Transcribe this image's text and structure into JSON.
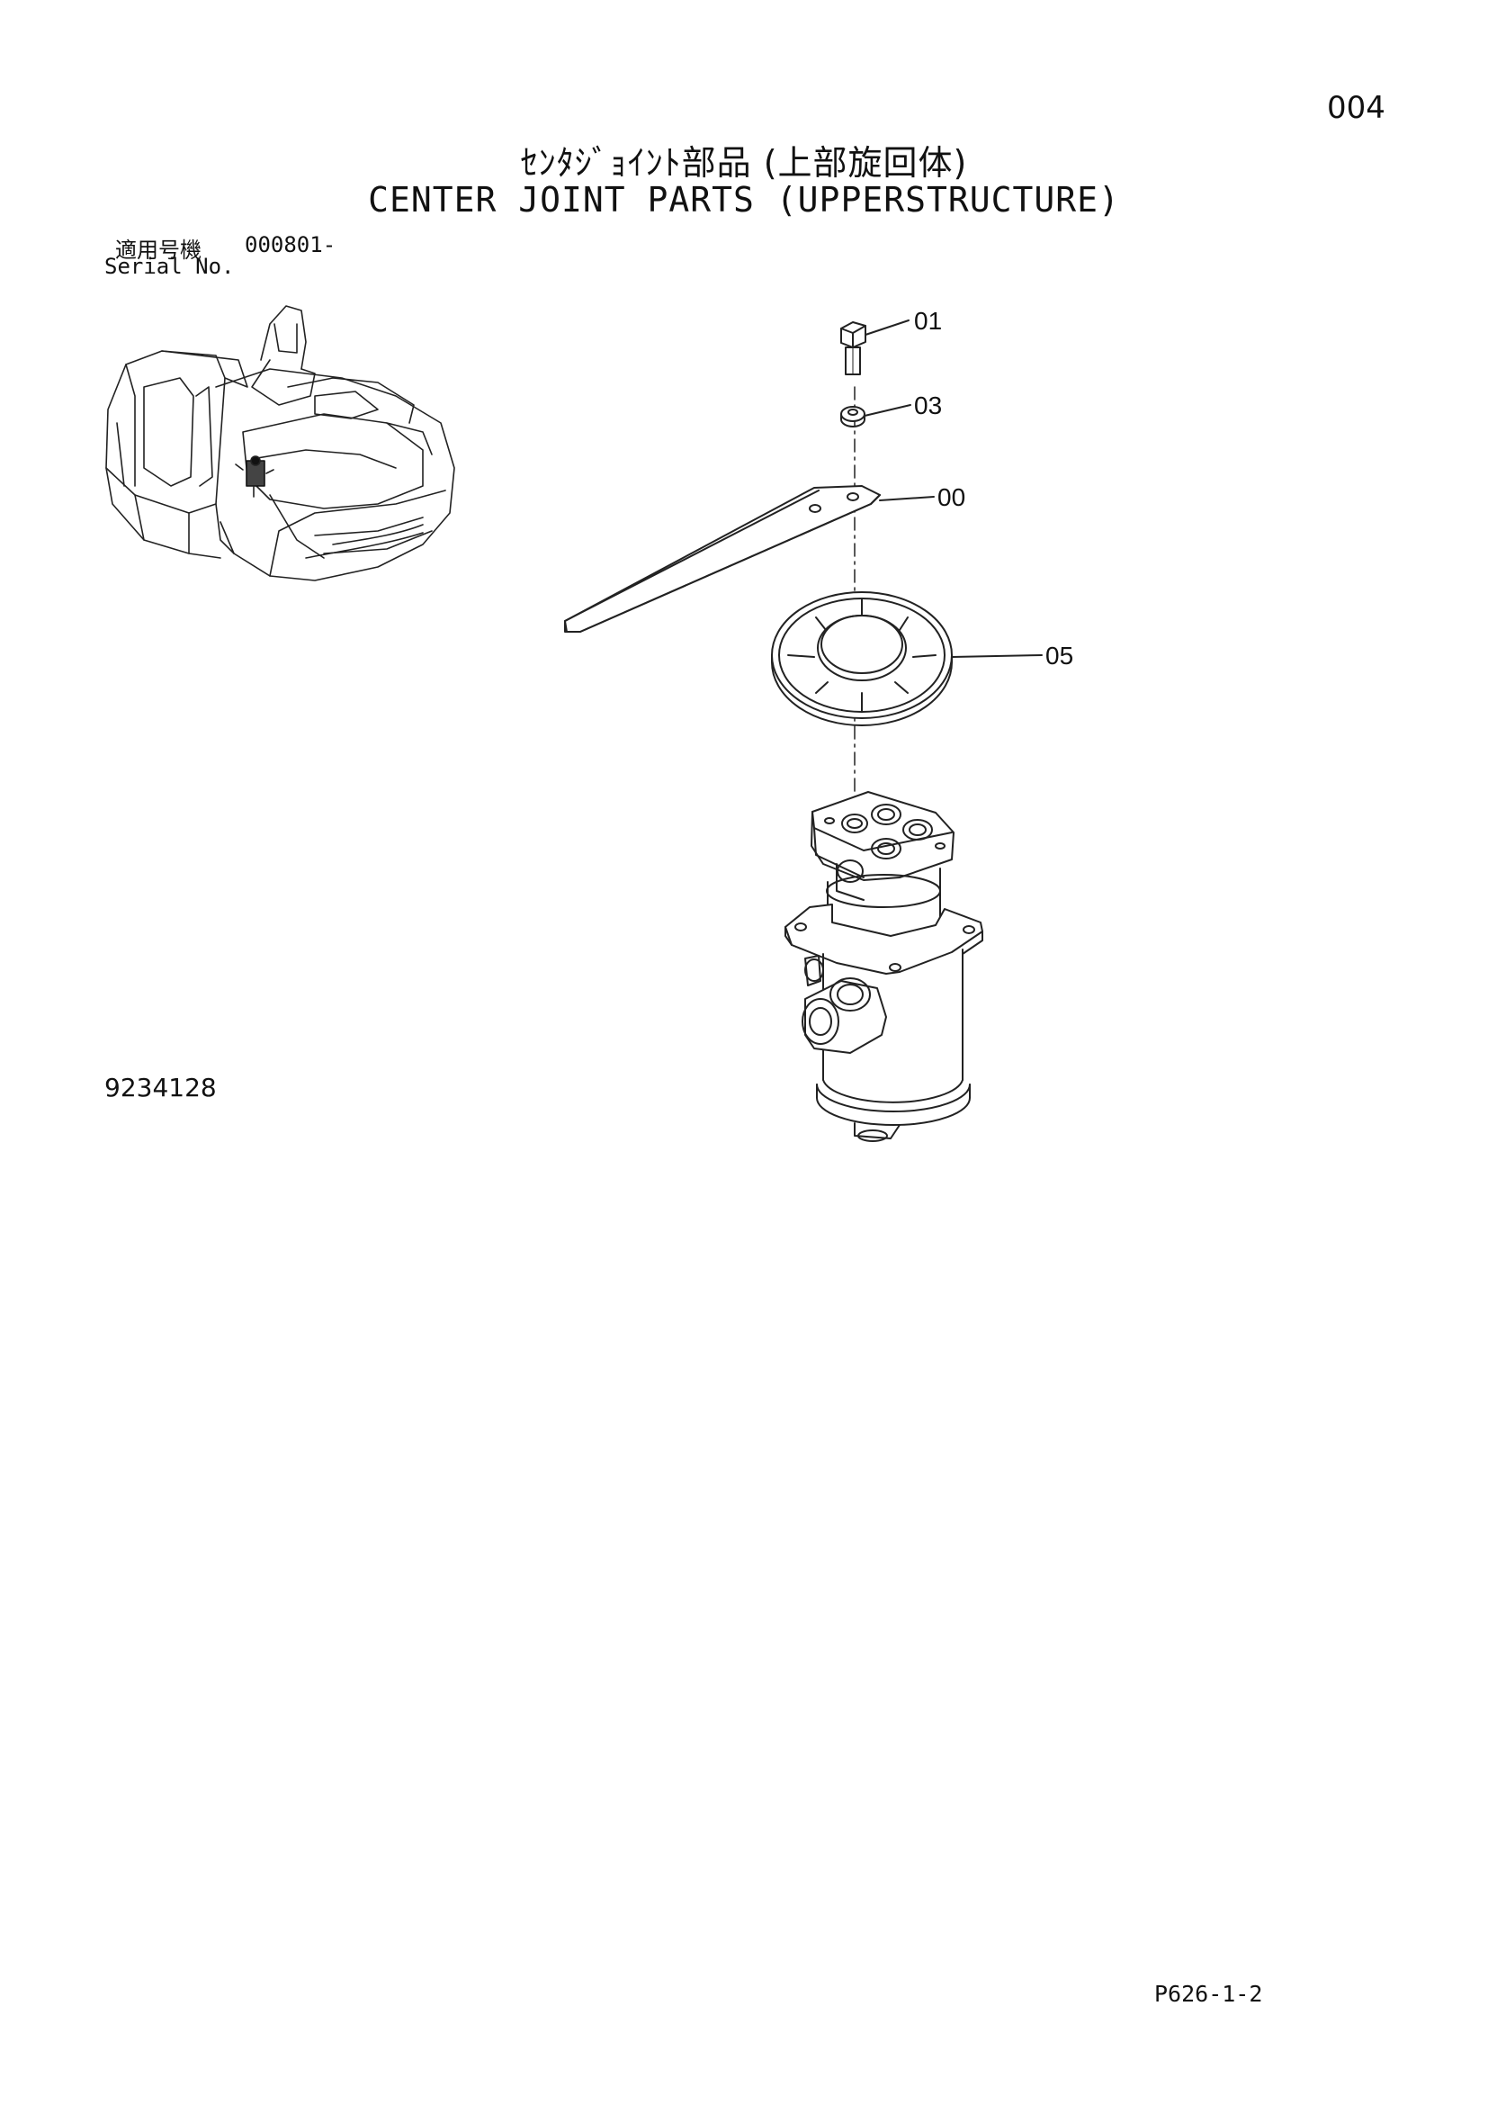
{
  "header": {
    "page_code": "004",
    "title_jp": "ｾﾝﾀｼﾞｮｲﾝﾄ部品 (上部旋回体)",
    "title_en": "CENTER JOINT PARTS (UPPERSTRUCTURE)"
  },
  "serial": {
    "label_jp": "適用号機",
    "number": "000801-",
    "label_en": "Serial No."
  },
  "callouts": [
    "01",
    "03",
    "00",
    "05"
  ],
  "reference_number": "9234128",
  "footer": {
    "doc_code": "P626-1-2"
  }
}
